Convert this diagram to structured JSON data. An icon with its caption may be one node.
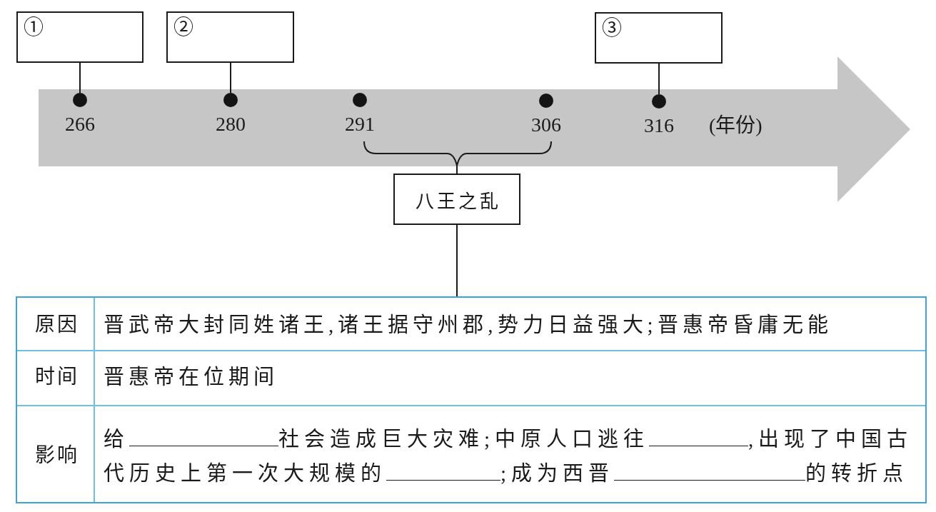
{
  "diagram": {
    "nodes": [
      {
        "text": [
          "①"
        ]
      },
      {
        "text": [
          "②"
        ]
      },
      {
        "text": [
          "③"
        ]
      },
      {
        "text": [],
        "shape": "circle",
        "beside": [
          "266"
        ]
      },
      {
        "text": [],
        "shape": "circle",
        "beside": [
          "280"
        ]
      },
      {
        "text": [],
        "shape": "circle",
        "beside": [
          "291"
        ]
      },
      {
        "text": [],
        "shape": "circle",
        "beside": [
          "306"
        ]
      },
      {
        "text": [],
        "shape": "circle",
        "beside": [
          "316"
        ]
      },
      {
        "text": [
          "八王之乱"
        ]
      },
      {
        "text": [
          "原因",
          "晋武帝大封同姓诸王,诸王据守州郡,势力日益强大;晋惠帝昏庸无能",
          "时间",
          "晋惠帝在位期间",
          "影响",
          "给",
          "社会造成巨大灾难;中原人口逃往",
          ",出现了中国古代历史上第一次大规模的",
          ";成为西晋",
          "的转折点"
        ]
      }
    ],
    "edges": [
      {
        "from": 0,
        "to": 3,
        "arrow": "none"
      },
      {
        "from": 1,
        "to": 4,
        "arrow": "none"
      },
      {
        "from": 2,
        "to": 7,
        "arrow": "none"
      },
      {
        "from": 8,
        "to": 9,
        "arrow": "none"
      }
    ],
    "labels": [
      "(年份)"
    ]
  }
}
